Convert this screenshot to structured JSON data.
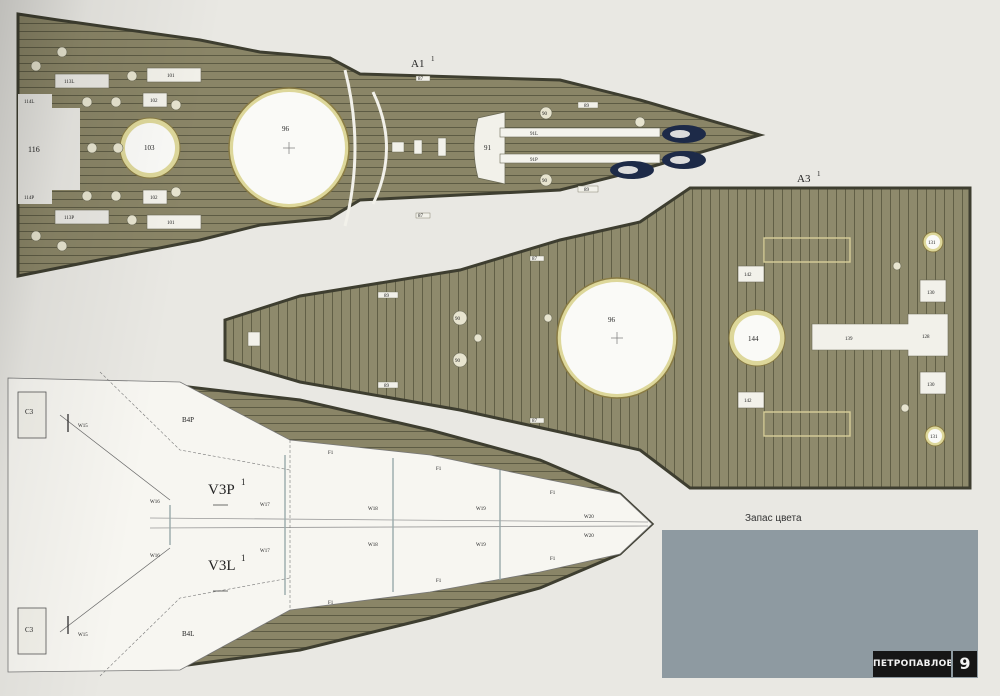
{
  "sheet": {
    "title_a1": "A1",
    "title_a3": "A3",
    "title_v3p": "V3P",
    "title_v3l": "V3L",
    "version_mark": "1",
    "legend_label": "Запас цвета",
    "brand": "ПЕТРОПАВЛОВСКЪ",
    "page_number": "9"
  },
  "colors": {
    "deck": "#8a8567",
    "deck_dark": "#55543c",
    "outline": "#4a4a3a",
    "paper": "#e9e8e3",
    "swatch": "#8e9aa1"
  },
  "a1_parts": [
    "96",
    "103",
    "116",
    "113L",
    "113P",
    "114L",
    "114P",
    "101",
    "102",
    "91",
    "91L",
    "91P",
    "90",
    "87",
    "89"
  ],
  "a3_parts": [
    "96",
    "144",
    "139",
    "128",
    "130",
    "131",
    "142",
    "90",
    "87",
    "89"
  ],
  "v3_parts": [
    "B4P",
    "B4L",
    "C3",
    "F1",
    "W15",
    "W16",
    "W17",
    "W18",
    "W19",
    "W20"
  ]
}
